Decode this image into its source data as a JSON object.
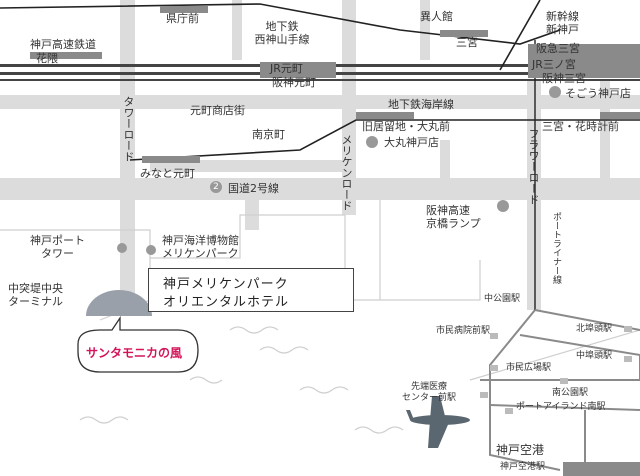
{
  "map": {
    "labels": {
      "kenchomae": "県庁前",
      "seishin_yamate": "地下鉄\n西神山手線",
      "ijinkan": "異人館",
      "sannomiya": "三宮",
      "shinkansen": "新幹線\n新神戸",
      "kobe_kosoku": "神戸高速鉄道",
      "hanakuma": "花隈",
      "hankyu_sannomiya": "阪急三宮",
      "jr_motomachi": "JR元町",
      "hanshin_motomachi": "阪神元町",
      "jr_sannomiya": "JR三ノ宮",
      "hanshin_sannomiya": "阪神三宮",
      "sogo": "そごう神戸店",
      "tower_road": "タワーロード",
      "motomachi_shotengai": "元町商店街",
      "kaigan_line": "地下鉄海岸線",
      "nankinmachi": "南京町",
      "kyukyoryuchi": "旧居留地・大丸前",
      "sannomiya_hanadokei": "三宮・花時計前",
      "daimaru": "大丸神戸店",
      "meriken_road": "メリケンロード",
      "flower_road": "フラワーロード",
      "minato_motomachi": "みなと元町",
      "route2_num": "2",
      "route2": "国道2号線",
      "hanshin_expressway": "阪神高速\n京橋ランプ",
      "port_tower": "神戸ポート\nタワー",
      "maritime_museum": "神戸海洋博物館\nメリケンパーク",
      "port_liner": "ポートライナー線",
      "naka_terminal": "中突堤中央\nターミナル",
      "hotel_line1": "神戸メリケンパーク",
      "hotel_line2": "オリエンタルホテル",
      "santa_monica": "サンタモニカの風",
      "nakakoen": "中公園駅",
      "shimin_byoin": "市民病院前駅",
      "kitafuto": "北埠頭駅",
      "shimin_hiroba": "市民広場駅",
      "nakafuto": "中埠頭駅",
      "iryo_center": "先端医療\nセンター前駅",
      "minamikoen": "南公園駅",
      "port_island_minami": "ポートアイランド南駅",
      "kobe_airport": "神戸空港",
      "airport_station": "神戸空港駅"
    }
  },
  "colors": {
    "road": "#d9d9d9",
    "rail": "#7a7a7a",
    "subway": "#222222",
    "station": "#8a8a8a",
    "accent": "#d4145a",
    "ship": "#9aa0aa"
  }
}
